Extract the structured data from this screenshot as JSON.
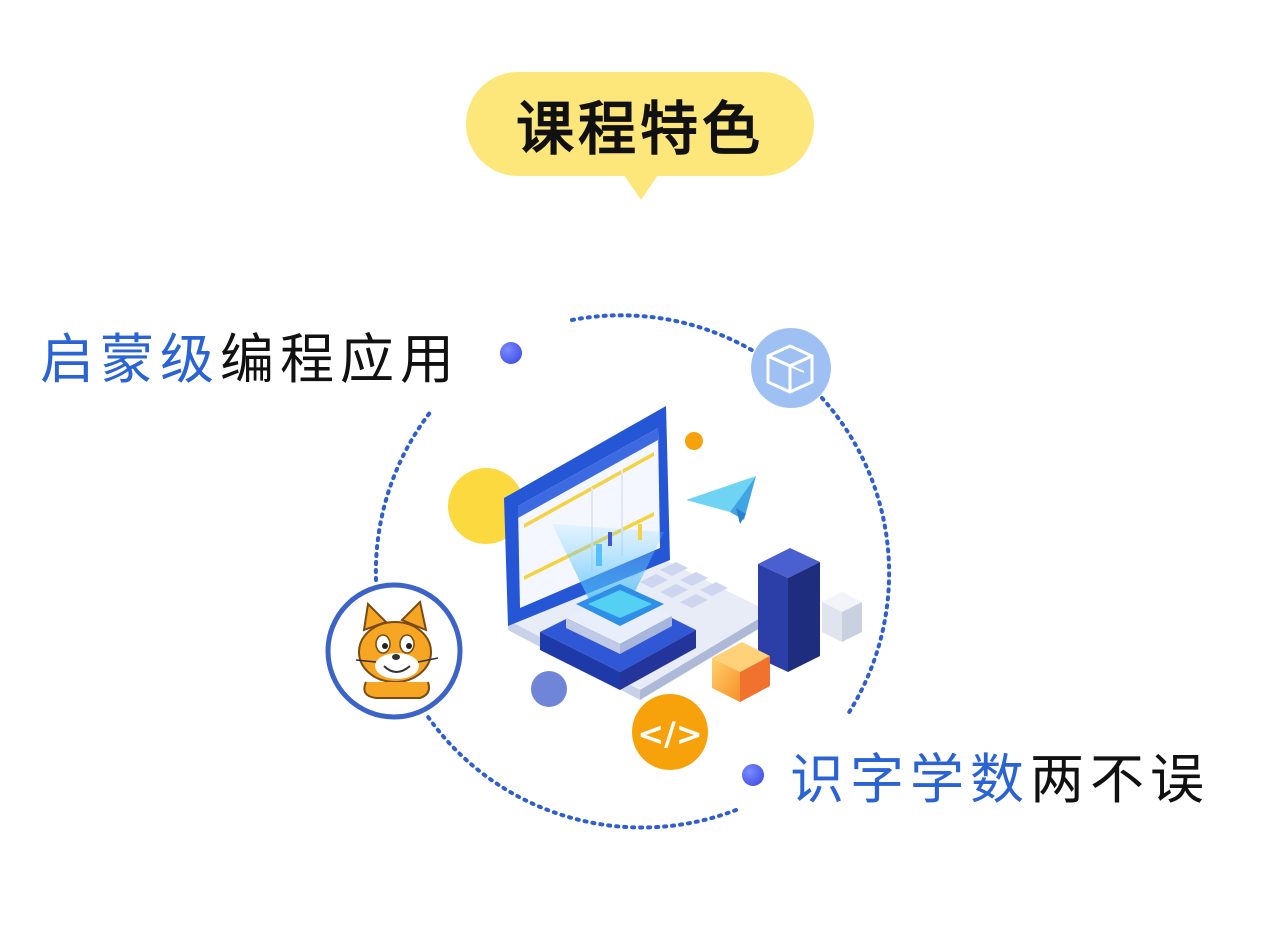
{
  "header": {
    "title": "课程特色"
  },
  "features": [
    {
      "accent": "启蒙级",
      "plain": "编程应用"
    },
    {
      "accent": "识字学数",
      "plain": "两不误"
    }
  ],
  "colors": {
    "bubble": "#fde67a",
    "accent_text": "#2a63d4",
    "dotted_ring": "#2f5fce",
    "cat_ring": "#3c64c8",
    "code_badge": "#f7a20a"
  },
  "icons": [
    "wireframe-cube-icon",
    "scratch-cat-icon",
    "code-tag-icon",
    "paper-plane-icon"
  ],
  "badge": {
    "code_label": "</>"
  }
}
